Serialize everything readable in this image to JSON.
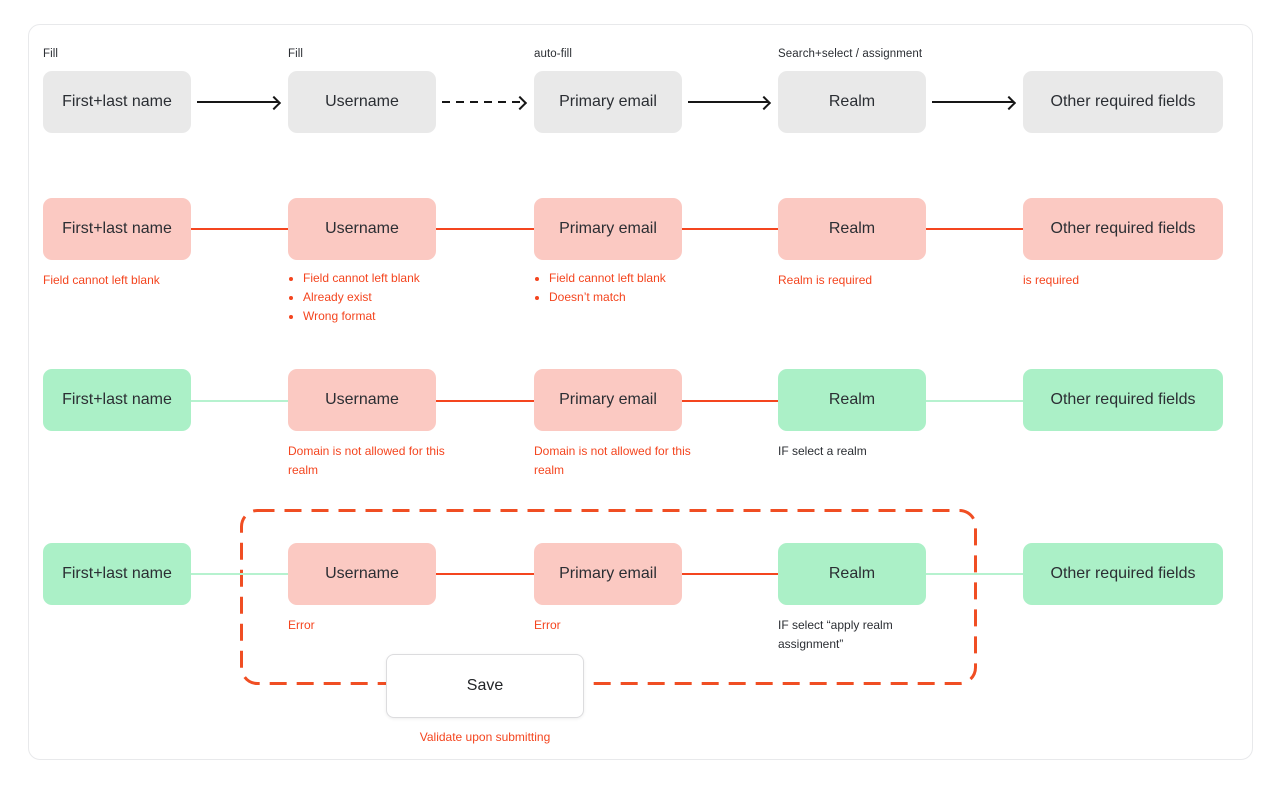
{
  "palette": {
    "neutral_box": "#e9e9e9",
    "error_box": "#fbc9c2",
    "ok_box": "#abf0c7",
    "error_color": "#f4451f",
    "ok_line_color": "#b6f2cf",
    "arrow_color": "#161616",
    "frame_color": "#f04e23",
    "text_color": "#2b2e33"
  },
  "rows": [
    {
      "boxes": [
        {
          "label": "First+last name",
          "state": "neutral",
          "caption": "Fill"
        },
        {
          "label": "Username",
          "state": "neutral",
          "caption": "Fill"
        },
        {
          "label": "Primary email",
          "state": "neutral",
          "caption": "auto-fill"
        },
        {
          "label": "Realm",
          "state": "neutral",
          "caption": "Search+select / assignment"
        },
        {
          "label": "Other required fields",
          "state": "neutral"
        }
      ],
      "connectors": [
        "solid-arrow",
        "dashed-arrow",
        "solid-arrow",
        "solid-arrow"
      ]
    },
    {
      "boxes": [
        {
          "label": "First+last name",
          "state": "error",
          "note": "Field cannot left blank"
        },
        {
          "label": "Username",
          "state": "error",
          "note_items": [
            "Field cannot left blank",
            "Already exist",
            "Wrong format"
          ]
        },
        {
          "label": "Primary email",
          "state": "error",
          "note_items": [
            "Field cannot left blank",
            "Doesn’t match"
          ]
        },
        {
          "label": "Realm",
          "state": "error",
          "note": "Realm is required"
        },
        {
          "label": "Other required fields",
          "state": "error",
          "note": "is required"
        }
      ],
      "connectors": [
        "error-line",
        "error-line",
        "error-line",
        "error-line"
      ]
    },
    {
      "boxes": [
        {
          "label": "First+last name",
          "state": "ok"
        },
        {
          "label": "Username",
          "state": "error",
          "note": "Domain is not allowed for this realm"
        },
        {
          "label": "Primary email",
          "state": "error",
          "note": "Domain is not allowed for this realm"
        },
        {
          "label": "Realm",
          "state": "ok",
          "note": "IF select a realm"
        },
        {
          "label": "Other required fields",
          "state": "ok"
        }
      ],
      "connectors": [
        "ok-line",
        "error-line",
        "error-line",
        "ok-line"
      ]
    },
    {
      "boxes": [
        {
          "label": "First+last name",
          "state": "ok"
        },
        {
          "label": "Username",
          "state": "error",
          "note": "Error"
        },
        {
          "label": "Primary email",
          "state": "error",
          "note": "Error"
        },
        {
          "label": "Realm",
          "state": "ok",
          "note": "IF select “apply realm assignment”"
        },
        {
          "label": "Other required fields",
          "state": "ok"
        }
      ],
      "connectors": [
        "ok-line",
        "error-line",
        "error-line",
        "ok-line"
      ]
    }
  ],
  "save": {
    "label": "Save",
    "note": "Validate upon submitting"
  }
}
